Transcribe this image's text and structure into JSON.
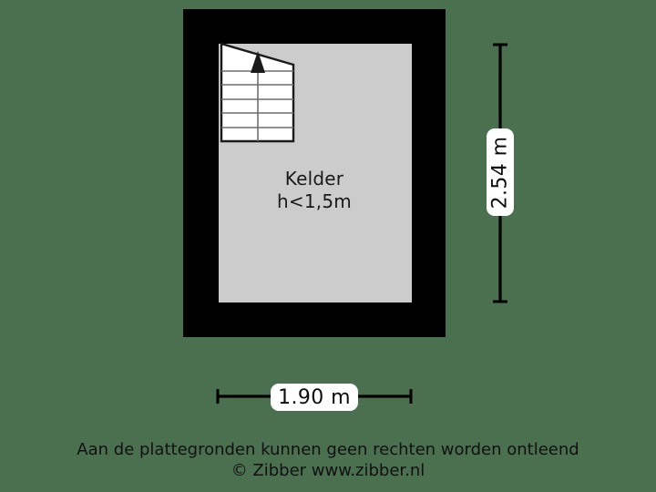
{
  "document": {
    "kind": "floor-plan",
    "background_color": "#4a7050"
  },
  "plan": {
    "wall_color": "#000000",
    "room_fill_color": "#cccccc",
    "stair_fill_color": "#ffffff",
    "stair_line_color": "#000000",
    "rooms": [
      {
        "name": "Kelder",
        "height_note": "h<1,5m"
      }
    ],
    "stairs": {
      "direction_arrow": "up-arrow",
      "step_count": 6
    }
  },
  "dimensions": {
    "width": {
      "label": "1.90 m",
      "orientation": "horizontal"
    },
    "depth": {
      "label": "2.54 m",
      "orientation": "vertical"
    },
    "line_color": "#000000",
    "chip_background": "#ffffff"
  },
  "footer": {
    "disclaimer": "Aan de plattegronden kunnen geen rechten worden ontleend",
    "copyright": "© Zibber www.zibber.nl"
  }
}
